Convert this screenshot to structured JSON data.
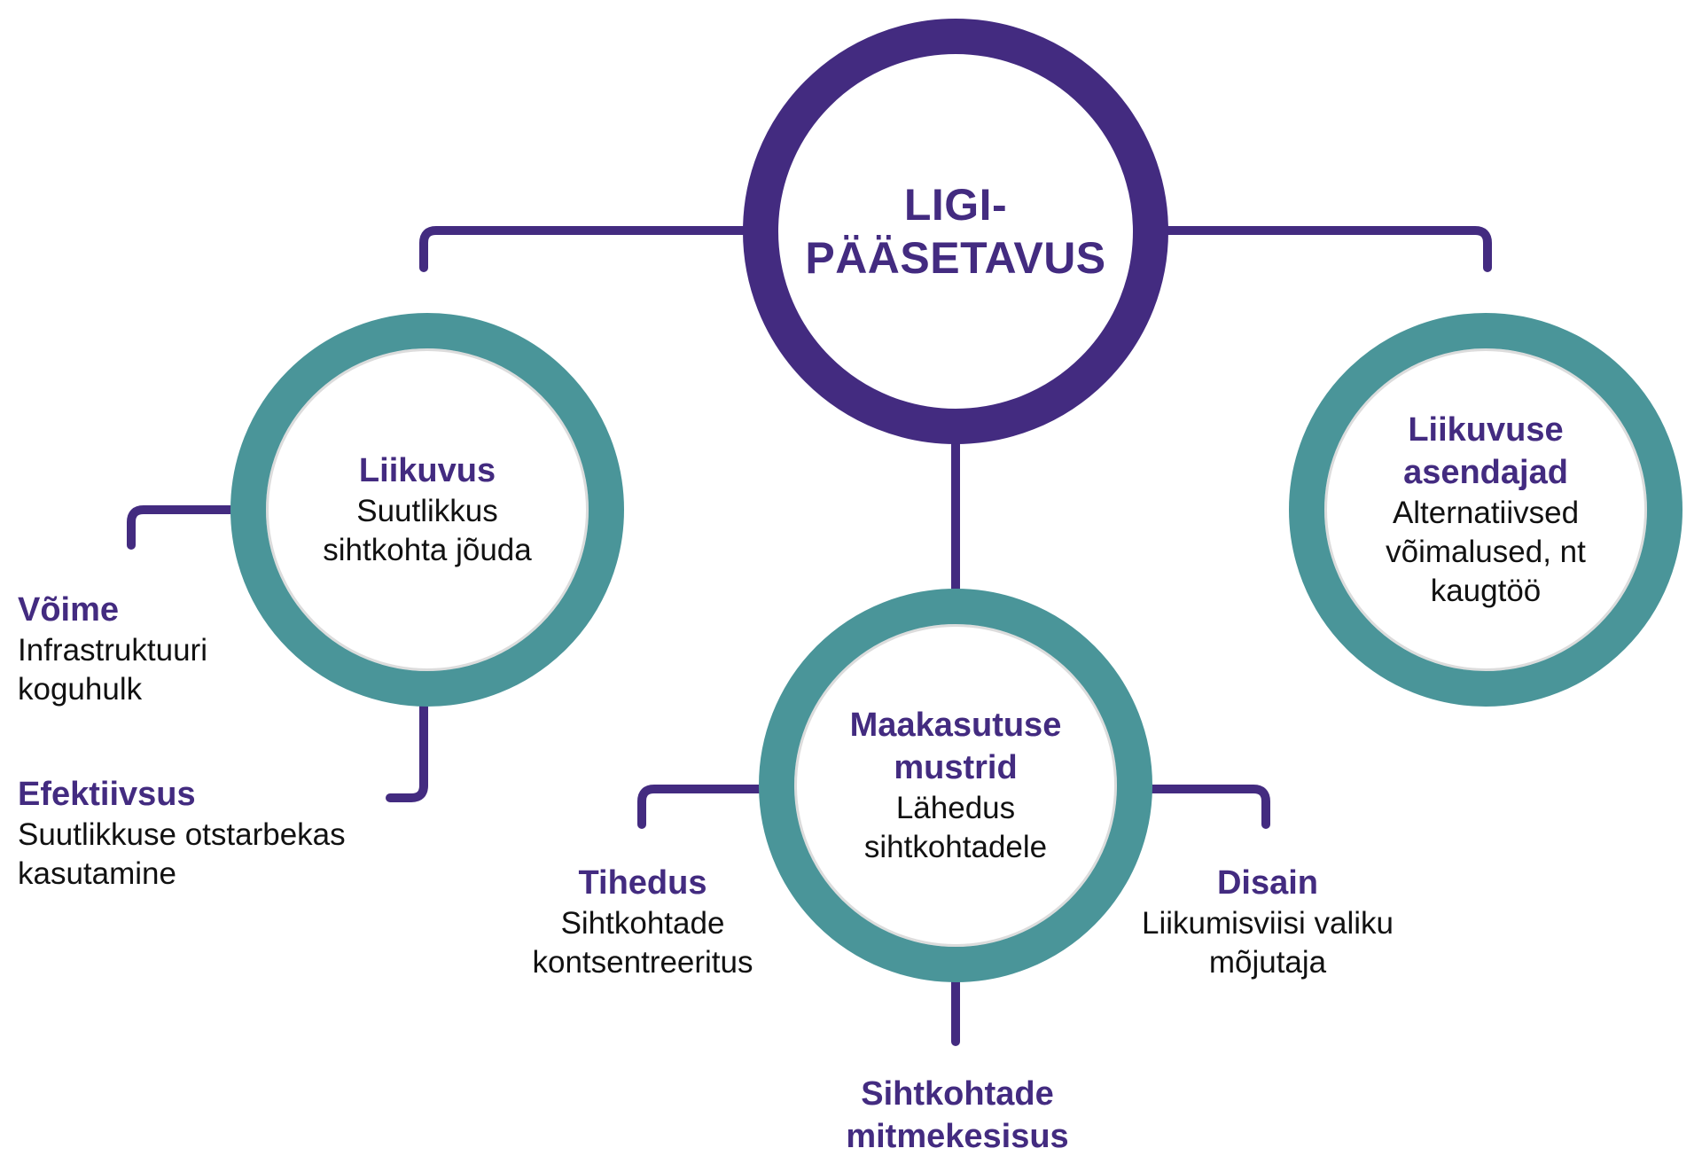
{
  "colors": {
    "purple": "#432b80",
    "teal": "#4a9599",
    "text": "#111111"
  },
  "center": {
    "line1": "LIGI-",
    "line2": "PÄÄSETAVUS"
  },
  "nodes": {
    "liikuvus": {
      "title": "Liikuvus",
      "desc": "Suutlikkus sihtkohta jõuda"
    },
    "maakasutus": {
      "title": "Maakasutuse mustrid",
      "desc": "Lähedus sihtkohtadele"
    },
    "asendajad": {
      "title": "Liikuvuse asendajad",
      "desc": "Alternatiivsed võimalused, nt kaugtöö"
    }
  },
  "labels": {
    "voime": {
      "title": "Võime",
      "desc": "Infrastruktuuri koguhulk"
    },
    "efektiivsus": {
      "title": "Efektiivsus",
      "desc": "Suutlikkuse otstarbekas kasutamine"
    },
    "tihedus": {
      "title": "Tihedus",
      "desc": "Sihtkohtade kontsentreeritus"
    },
    "disain": {
      "title": "Disain",
      "desc": "Liikumisviisi valiku mõjutaja"
    },
    "mitmekesisus": {
      "title": "Sihtkohtade mitmekesisus"
    }
  }
}
